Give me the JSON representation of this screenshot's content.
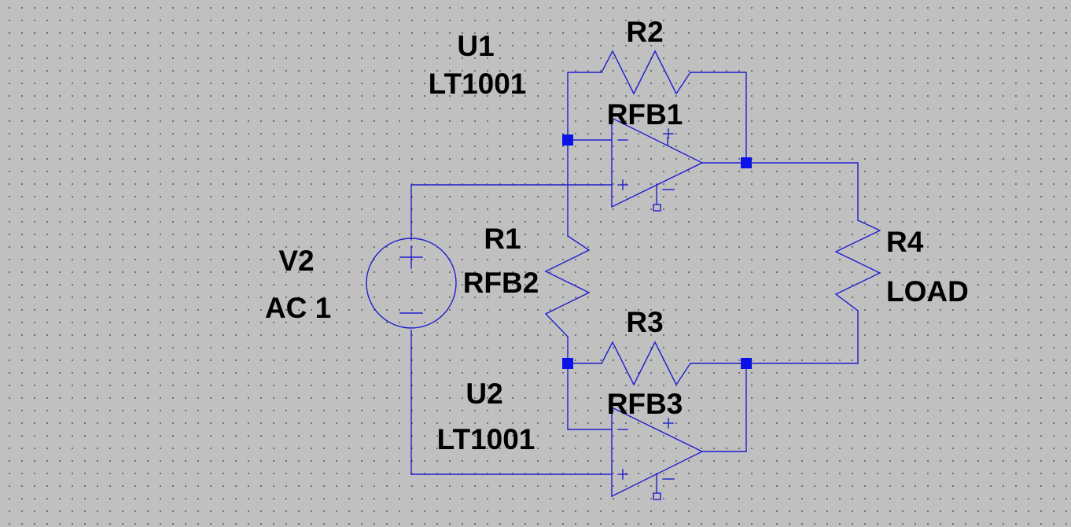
{
  "schematic": {
    "wire_color": "#1f1fd0",
    "junction_color": "#0a12e6",
    "background_color": "#c0c0c0",
    "source": {
      "name": "V2",
      "value": "AC 1"
    },
    "opamps": [
      {
        "name": "U1",
        "model": "LT1001",
        "overlay_label": "RFB1"
      },
      {
        "name": "U2",
        "model": "LT1001",
        "overlay_label": "RFB3"
      }
    ],
    "resistors": [
      {
        "name": "R1",
        "value": "RFB2"
      },
      {
        "name": "R2",
        "value": ""
      },
      {
        "name": "R3",
        "value": ""
      },
      {
        "name": "R4",
        "value": "LOAD"
      }
    ]
  }
}
